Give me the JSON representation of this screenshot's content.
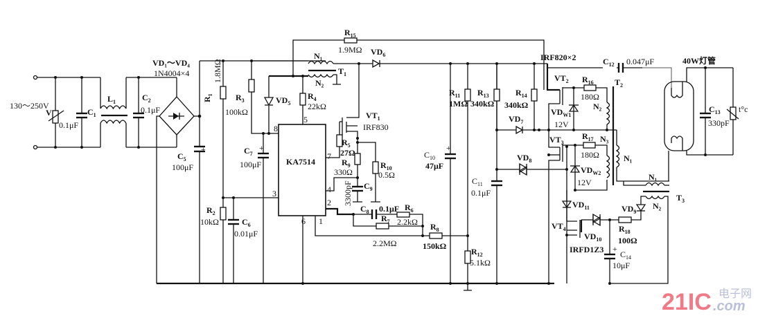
{
  "diagram": {
    "type": "circuit-schematic",
    "title": "",
    "input": {
      "voltage_label": "130～250V"
    },
    "components": {
      "varistor": {
        "ref": "V",
        "value": "0.1μF"
      },
      "C1": {
        "ref": "C",
        "sub": "1",
        "value": ""
      },
      "L1": {
        "ref": "L",
        "sub": "1"
      },
      "C2": {
        "ref": "C",
        "sub": "2",
        "value": "0.1μF"
      },
      "bridge": {
        "ref": "VD₁～VD₄",
        "part": "1N4004×4"
      },
      "C5": {
        "ref": "C",
        "sub": "5",
        "value": "100μF"
      },
      "R1": {
        "ref": "R",
        "sub": "1",
        "value": "1.8MΩ"
      },
      "R2": {
        "ref": "R",
        "sub": "2",
        "value": "10kΩ"
      },
      "C6": {
        "ref": "C",
        "sub": "6",
        "value": "0.01μF"
      },
      "R3": {
        "ref": "R",
        "sub": "3",
        "value": "100kΩ"
      },
      "C7": {
        "ref": "C",
        "sub": "7",
        "value": "100μF"
      },
      "VD5": {
        "ref": "VD",
        "sub": "5"
      },
      "R4": {
        "ref": "R",
        "sub": "4",
        "value": "22kΩ"
      },
      "T1": {
        "ref": "T",
        "sub": "1",
        "n1": "N₁",
        "n2": "N₂"
      },
      "R15": {
        "ref": "R",
        "sub": "15",
        "value": "1.9MΩ"
      },
      "VD6": {
        "ref": "VD",
        "sub": "6"
      },
      "IC": {
        "part": "KA7514",
        "pins": [
          "1",
          "2",
          "3",
          "4",
          "5",
          "6",
          "7",
          "8"
        ]
      },
      "VT1": {
        "ref": "VT",
        "sub": "1",
        "part": "IRF830"
      },
      "R5": {
        "ref": "R",
        "sub": "5",
        "value": "27Ω"
      },
      "R9": {
        "ref": "R",
        "sub": "9",
        "value": "330Ω"
      },
      "C9": {
        "ref": "C",
        "sub": "9",
        "value": "3300pF"
      },
      "R10": {
        "ref": "R",
        "sub": "10",
        "value": "0.5Ω"
      },
      "C8": {
        "ref": "C",
        "sub": "8",
        "value": "0.1μF"
      },
      "R6": {
        "ref": "R",
        "sub": "6",
        "value": "2.2kΩ"
      },
      "R7": {
        "ref": "R",
        "sub": "7",
        "value": "2.2MΩ"
      },
      "R8": {
        "ref": "R",
        "sub": "8",
        "value": "150kΩ"
      },
      "C10": {
        "ref": "C",
        "sub": "10",
        "value": "47μF"
      },
      "R11": {
        "ref": "R",
        "sub": "11",
        "value": "1MΩ"
      },
      "C11": {
        "ref": "C",
        "sub": "11",
        "value": "0.1μF"
      },
      "R12": {
        "ref": "R",
        "sub": "12",
        "value": "5.1kΩ"
      },
      "R13": {
        "ref": "R",
        "sub": "13",
        "value": "340kΩ"
      },
      "R14": {
        "ref": "R",
        "sub": "14",
        "value": "340kΩ"
      },
      "VD7": {
        "ref": "VD",
        "sub": "7"
      },
      "VD8": {
        "ref": "VD",
        "sub": "8"
      },
      "half_bridge": {
        "part": "IRF820×2"
      },
      "VT2": {
        "ref": "VT",
        "sub": "2"
      },
      "VT3": {
        "ref": "VT",
        "sub": "3"
      },
      "R16": {
        "ref": "R",
        "sub": "16",
        "value": "180Ω"
      },
      "R17": {
        "ref": "R",
        "sub": "17",
        "value": "180Ω"
      },
      "VDW1": {
        "ref": "VD",
        "sub": "W1",
        "value": "12V"
      },
      "VDW2": {
        "ref": "VD",
        "sub": "W2",
        "value": "12V"
      },
      "T2": {
        "ref": "T",
        "sub": "2",
        "n1": "N₁",
        "n2": "N₂",
        "n3": "N₃"
      },
      "C12": {
        "ref": "C",
        "sub": "12",
        "value": "0.047μF"
      },
      "lamp": {
        "label": "40W灯管"
      },
      "C13": {
        "ref": "C",
        "sub": "13",
        "value": "330pF"
      },
      "ptc": {
        "label": "t°c"
      },
      "T3": {
        "ref": "T",
        "sub": "3",
        "n1": "N₁",
        "n2": "N₂"
      },
      "VD9": {
        "ref": "VD",
        "sub": "9"
      },
      "R18": {
        "ref": "R",
        "sub": "18",
        "value": "100Ω"
      },
      "VD10": {
        "ref": "VD",
        "sub": "10"
      },
      "VD11": {
        "ref": "VD",
        "sub": "11"
      },
      "VT4": {
        "ref": "VT",
        "sub": "4",
        "part": "IRFD1Z3"
      },
      "C14": {
        "ref": "C",
        "sub": "14",
        "value": "10μF"
      }
    }
  },
  "watermark": {
    "number": "21IC",
    "chinese": "电子网",
    "domain": ".com"
  }
}
